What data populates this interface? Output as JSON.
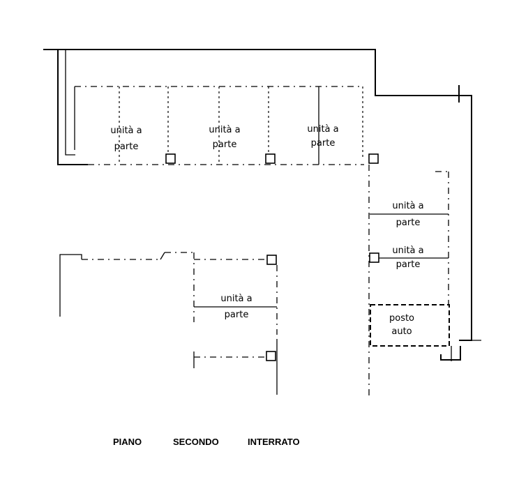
{
  "plan": {
    "rooms": [
      {
        "line1": "unità a",
        "line2": "parte"
      },
      {
        "line1": "unità a",
        "line2": "parte"
      },
      {
        "line1": "unità a",
        "line2": "parte"
      },
      {
        "line1": "unità a",
        "line2": "parte"
      },
      {
        "line1": "unità a",
        "line2": "parte"
      },
      {
        "line1": "unità a",
        "line2": "parte"
      }
    ],
    "parking": {
      "line1": "posto",
      "line2": "auto"
    },
    "title": {
      "word1": "PIANO",
      "word2": "SECONDO",
      "word3": "INTERRATO"
    }
  }
}
